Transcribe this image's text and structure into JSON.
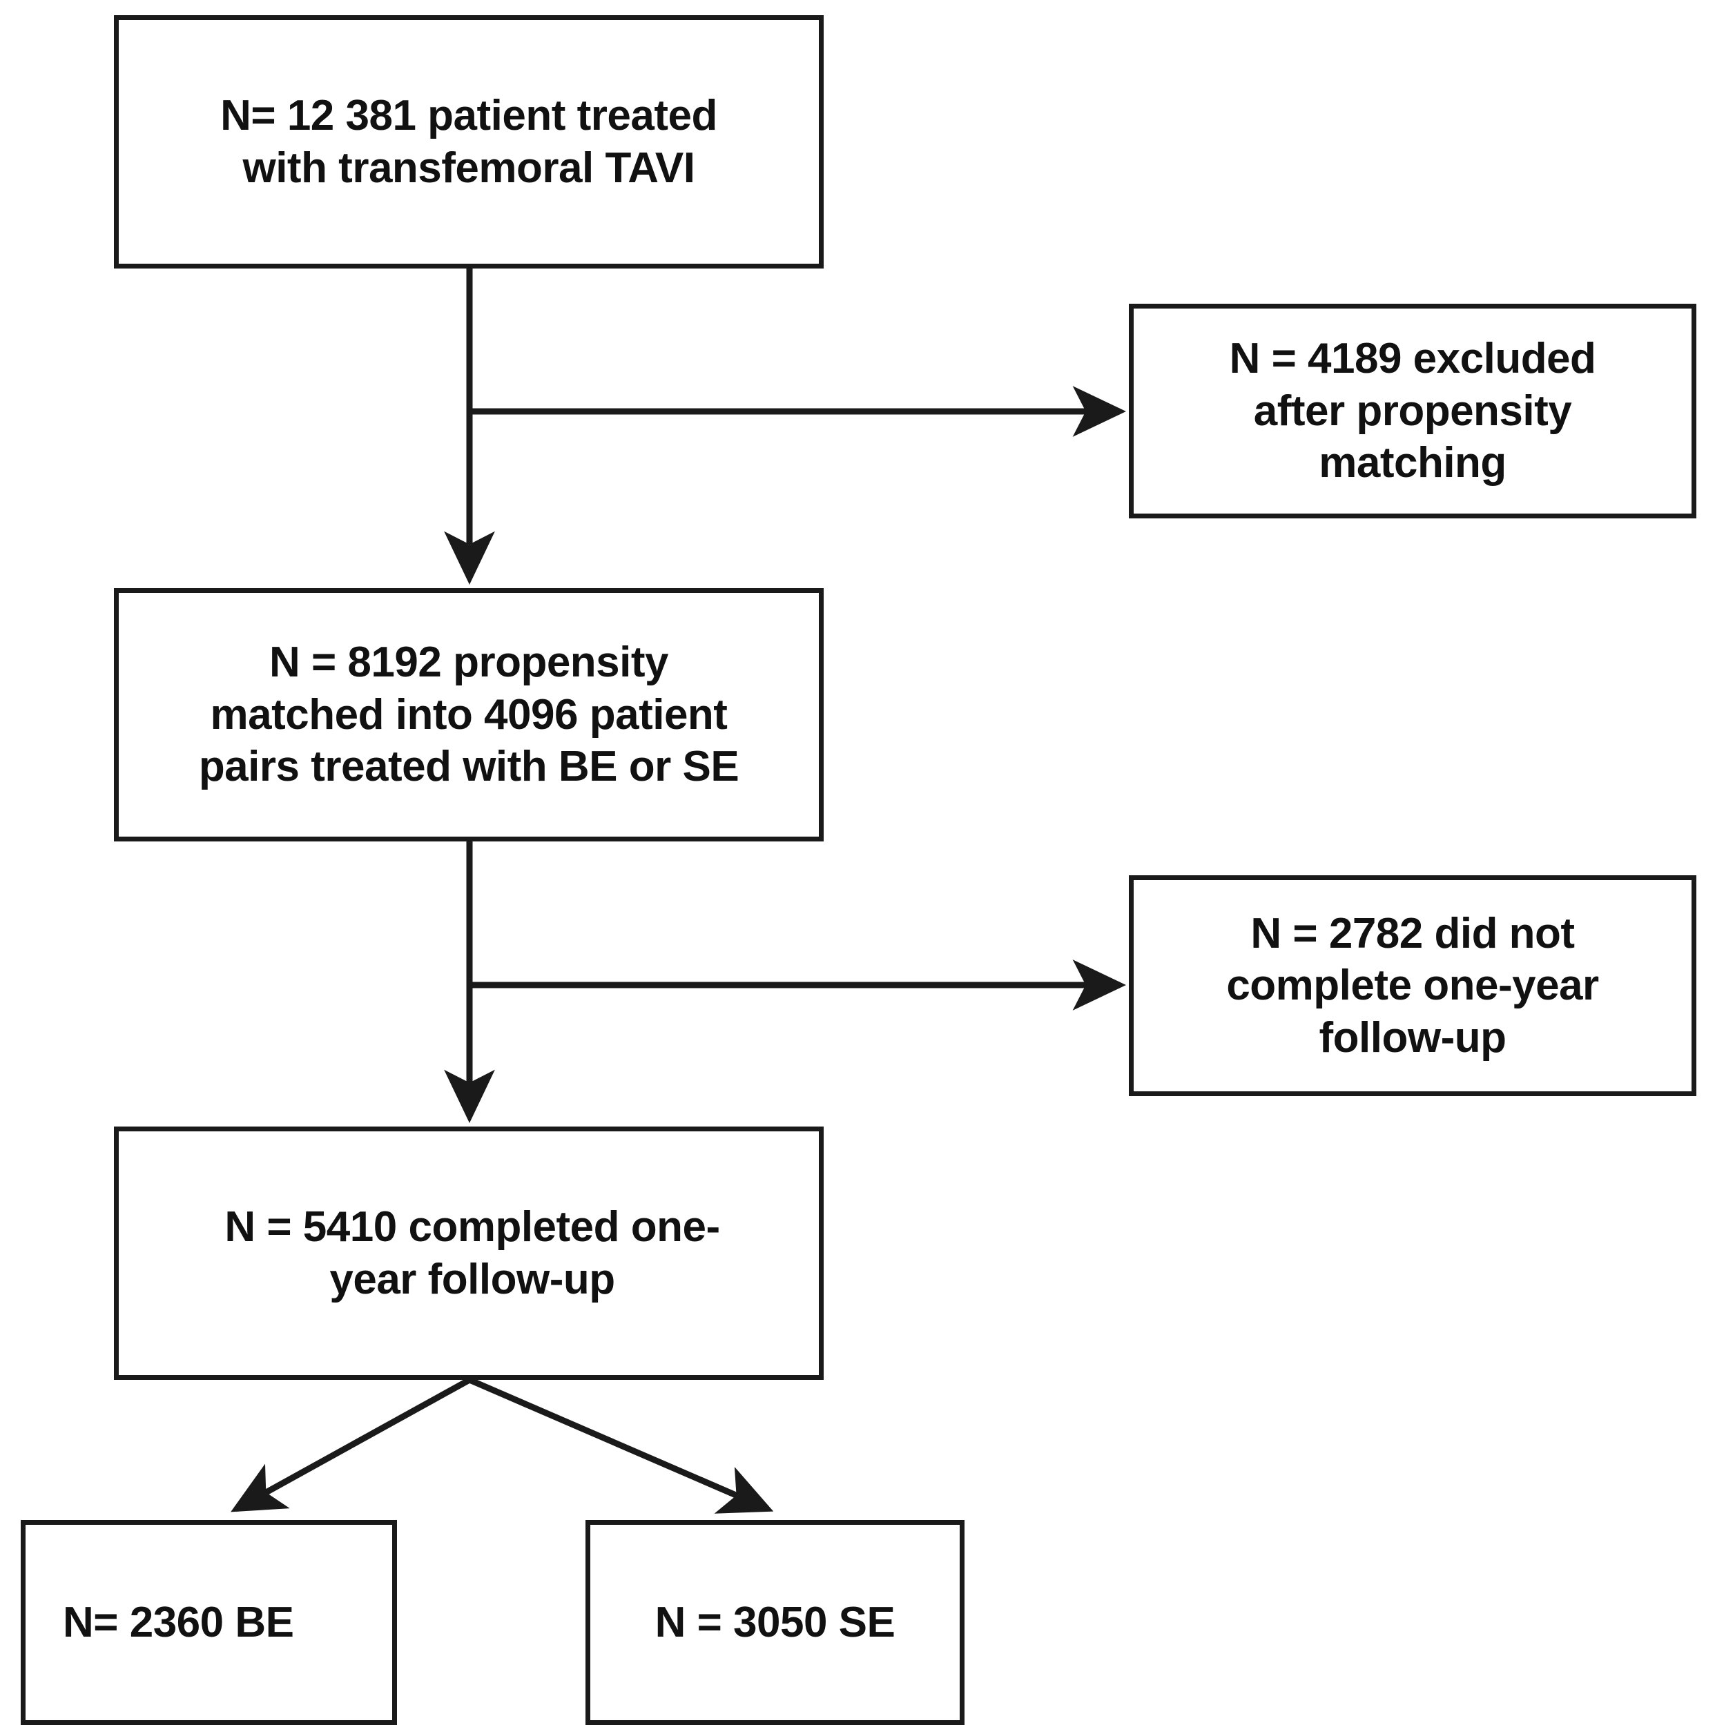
{
  "diagram": {
    "type": "flowchart",
    "orientation": "top-down",
    "title": "",
    "nodes": [
      {
        "id": "cohort",
        "label": "N= 12 381 patient treated\nwith transfemoral TAVI",
        "count": 12381,
        "role": "enrolled"
      },
      {
        "id": "excluded",
        "label": "N = 4189 excluded\nafter propensity\nmatching",
        "count": 4189,
        "role": "excluded"
      },
      {
        "id": "matched",
        "label": "N = 8192 propensity\nmatched into 4096 patient\npairs treated with BE or SE",
        "count": 8192,
        "pairs": 4096,
        "role": "included"
      },
      {
        "id": "nofollowup",
        "label": "N = 2782 did not\ncomplete one-year\nfollow-up",
        "count": 2782,
        "role": "excluded"
      },
      {
        "id": "completed",
        "label": "N = 5410 completed one-\nyear follow-up",
        "count": 5410,
        "role": "included"
      },
      {
        "id": "be",
        "label": "N= 2360 BE",
        "count": 2360,
        "role": "arm"
      },
      {
        "id": "se",
        "label": "N = 3050 SE",
        "count": 3050,
        "role": "arm"
      }
    ],
    "edges": [
      {
        "from": "cohort",
        "to": "matched",
        "kind": "vertical-arrow"
      },
      {
        "from": "cohort",
        "to": "excluded",
        "kind": "horizontal-arrow"
      },
      {
        "from": "matched",
        "to": "completed",
        "kind": "vertical-arrow"
      },
      {
        "from": "matched",
        "to": "nofollowup",
        "kind": "horizontal-arrow"
      },
      {
        "from": "completed",
        "to": "be",
        "kind": "diagonal-arrow"
      },
      {
        "from": "completed",
        "to": "se",
        "kind": "diagonal-arrow"
      }
    ],
    "colors": {
      "stroke": "#1a1a1a",
      "fill": "#ffffff",
      "text": "#111111"
    }
  }
}
